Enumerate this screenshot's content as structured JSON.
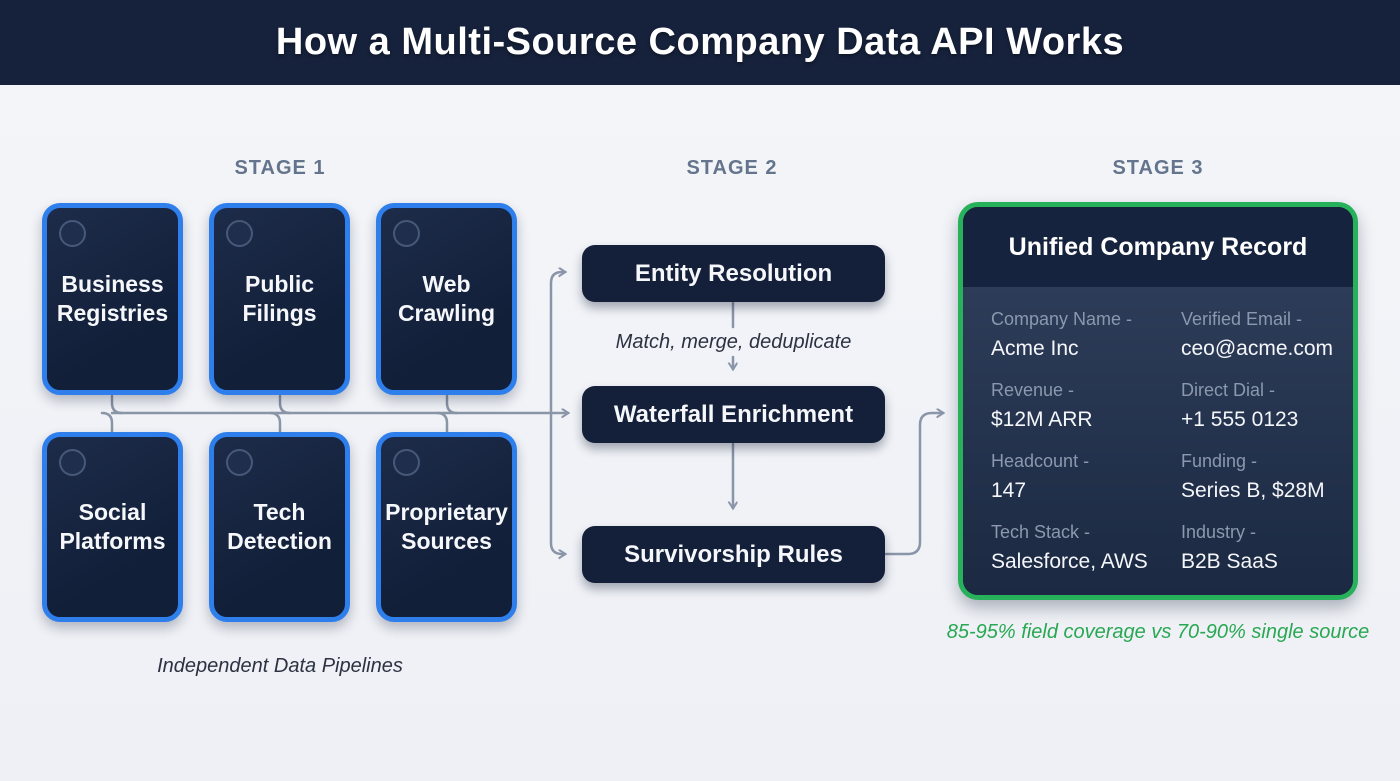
{
  "header": {
    "title": "How a Multi-Source Company Data API Works"
  },
  "stages": [
    {
      "label": "STAGE 1"
    },
    {
      "label": "STAGE 2"
    },
    {
      "label": "STAGE 3"
    }
  ],
  "sources": {
    "items": [
      {
        "label": "Business\nRegistries"
      },
      {
        "label": "Public\nFilings"
      },
      {
        "label": "Web\nCrawling"
      },
      {
        "label": "Social\nPlatforms"
      },
      {
        "label": "Tech\nDetection"
      },
      {
        "label": "Proprietary\nSources"
      }
    ],
    "caption": "Independent Data Pipelines"
  },
  "pipeline": {
    "steps": [
      {
        "label": "Entity Resolution"
      },
      {
        "label": "Waterfall Enrichment"
      },
      {
        "label": "Survivorship Rules"
      }
    ],
    "annotation": "Match, merge, deduplicate"
  },
  "record": {
    "title": "Unified Company Record",
    "fields": [
      {
        "label": "Company Name -",
        "value": "Acme Inc"
      },
      {
        "label": "Verified Email -",
        "value": "ceo@acme.com"
      },
      {
        "label": "Revenue -",
        "value": "$12M ARR"
      },
      {
        "label": "Direct Dial -",
        "value": "+1 555 0123"
      },
      {
        "label": "Headcount -",
        "value": "147"
      },
      {
        "label": "Funding -",
        "value": "Series B, $28M"
      },
      {
        "label": "Tech Stack -",
        "value": "Salesforce, AWS"
      },
      {
        "label": "Industry -",
        "value": "B2B SaaS"
      }
    ],
    "caption": "85-95% field coverage vs 70-90% single source"
  },
  "colors": {
    "header_bg": "#16213b",
    "canvas_bg": "#eff1f6",
    "box_fill": "#14203a",
    "source_border_blue": "#2e7eec",
    "record_border_green": "#27b15a",
    "connector_gray": "#8a95a8",
    "stage_label_gray": "#64748c",
    "field_label_gray": "#8b98ad",
    "caption_green": "#28a852"
  }
}
